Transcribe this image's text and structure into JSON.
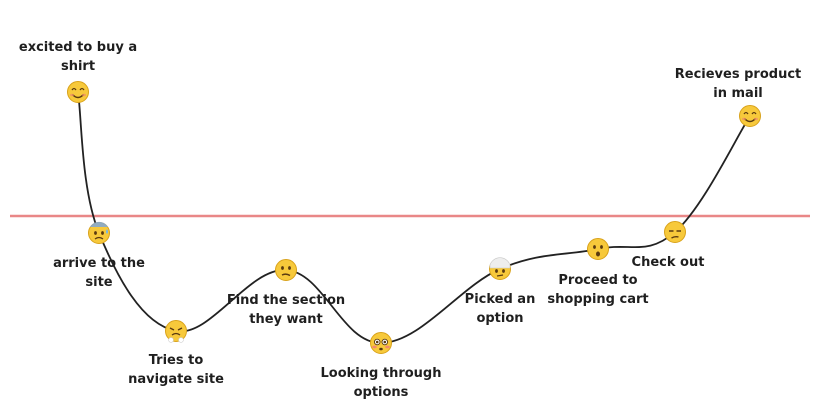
{
  "colors": {
    "baseline": "#e98787",
    "curve": "#222222",
    "face": "#f7c93b",
    "face_edge": "#d9a21a",
    "features": "#5a3a10"
  },
  "steps": [
    {
      "id": "excited",
      "lines": [
        "excited to buy a",
        "shirt"
      ],
      "icon": "smiling-face-icon"
    },
    {
      "id": "arrive",
      "lines": [
        "arrive to the",
        "site"
      ],
      "icon": "anxious-sweat-face-icon"
    },
    {
      "id": "navigate",
      "lines": [
        "Tries to",
        "navigate site"
      ],
      "icon": "steaming-face-icon"
    },
    {
      "id": "find",
      "lines": [
        "Find the section",
        "they want"
      ],
      "icon": "confused-face-icon"
    },
    {
      "id": "looking",
      "lines": [
        "Looking through",
        "options"
      ],
      "icon": "flushed-face-icon"
    },
    {
      "id": "picked",
      "lines": [
        "Picked an",
        "option"
      ],
      "icon": "bandaged-face-icon"
    },
    {
      "id": "proceed",
      "lines": [
        "Proceed to",
        "shopping cart"
      ],
      "icon": "surprised-face-icon"
    },
    {
      "id": "checkout",
      "lines": [
        "Check out"
      ],
      "icon": "unamused-face-icon"
    },
    {
      "id": "receives",
      "lines": [
        "Recieves product",
        "in mail"
      ],
      "icon": "smiling-face-icon"
    }
  ]
}
